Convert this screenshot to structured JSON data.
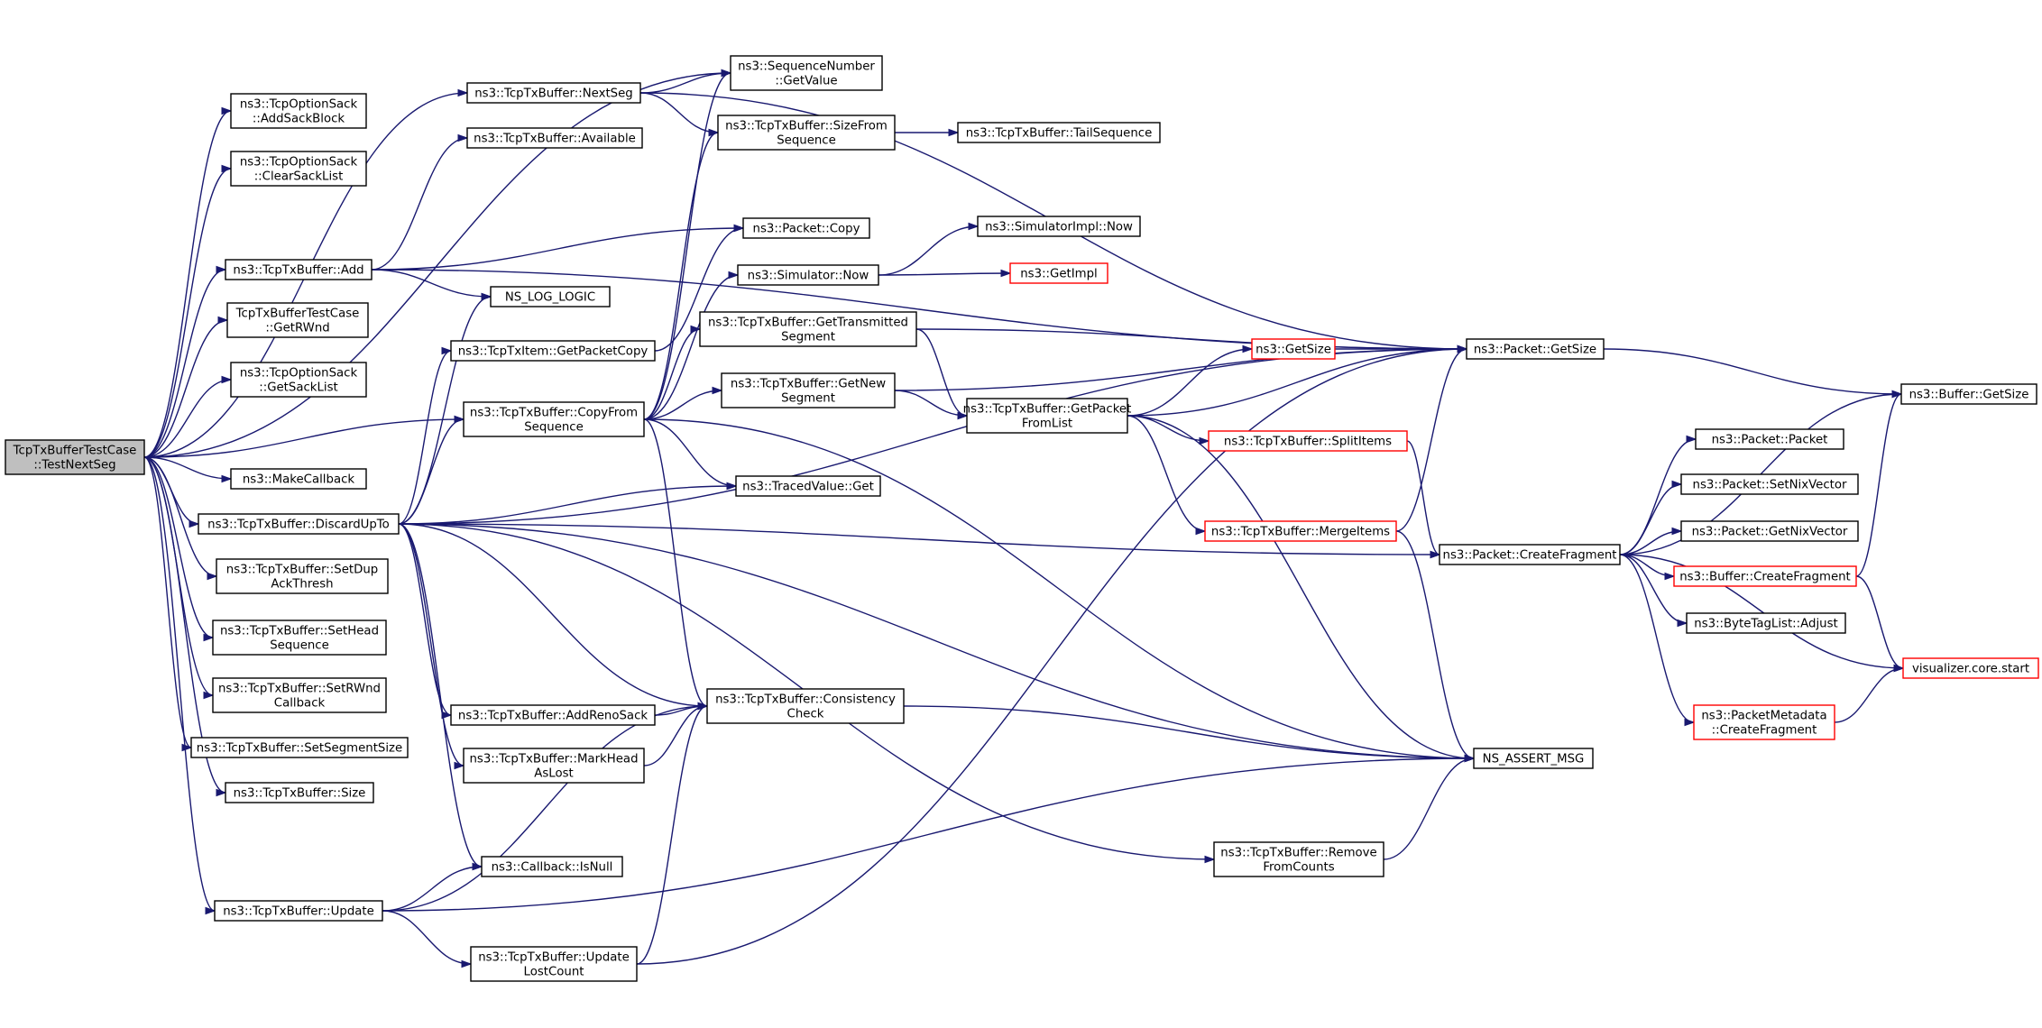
{
  "colors": {
    "edge": "#191970",
    "node_border": "#000000",
    "truncated_node_border": "#ff0000",
    "root_fill": "#bfbfbf",
    "background": "#ffffff"
  },
  "nodes": [
    {
      "id": "root",
      "lines": [
        "TcpTxBufferTestCase",
        "::TestNextSeg"
      ],
      "style": "root"
    },
    {
      "id": "addSackBlock",
      "lines": [
        "ns3::TcpOptionSack",
        "::AddSackBlock"
      ]
    },
    {
      "id": "clearSackList",
      "lines": [
        "ns3::TcpOptionSack",
        "::ClearSackList"
      ]
    },
    {
      "id": "add",
      "lines": [
        "ns3::TcpTxBuffer::Add"
      ]
    },
    {
      "id": "getRWnd",
      "lines": [
        "TcpTxBufferTestCase",
        "::GetRWnd"
      ]
    },
    {
      "id": "getSackList",
      "lines": [
        "ns3::TcpOptionSack",
        "::GetSackList"
      ]
    },
    {
      "id": "makeCallback",
      "lines": [
        "ns3::MakeCallback"
      ]
    },
    {
      "id": "discardUpTo",
      "lines": [
        "ns3::TcpTxBuffer::DiscardUpTo"
      ]
    },
    {
      "id": "setDupAckThresh",
      "lines": [
        "ns3::TcpTxBuffer::SetDup",
        "AckThresh"
      ]
    },
    {
      "id": "setHeadSequence",
      "lines": [
        "ns3::TcpTxBuffer::SetHead",
        "Sequence"
      ]
    },
    {
      "id": "setRWndCallback",
      "lines": [
        "ns3::TcpTxBuffer::SetRWnd",
        "Callback"
      ]
    },
    {
      "id": "setSegmentSize",
      "lines": [
        "ns3::TcpTxBuffer::SetSegmentSize"
      ]
    },
    {
      "id": "size",
      "lines": [
        "ns3::TcpTxBuffer::Size"
      ]
    },
    {
      "id": "update",
      "lines": [
        "ns3::TcpTxBuffer::Update"
      ]
    },
    {
      "id": "nextSeg",
      "lines": [
        "ns3::TcpTxBuffer::NextSeg"
      ]
    },
    {
      "id": "available",
      "lines": [
        "ns3::TcpTxBuffer::Available"
      ]
    },
    {
      "id": "nsLogLogic",
      "lines": [
        "NS_LOG_LOGIC"
      ]
    },
    {
      "id": "getPacketCopy",
      "lines": [
        "ns3::TcpTxItem::GetPacketCopy"
      ]
    },
    {
      "id": "copyFromSequence",
      "lines": [
        "ns3::TcpTxBuffer::CopyFrom",
        "Sequence"
      ]
    },
    {
      "id": "addRenoSack",
      "lines": [
        "ns3::TcpTxBuffer::AddRenoSack"
      ]
    },
    {
      "id": "markHeadAsLost",
      "lines": [
        "ns3::TcpTxBuffer::MarkHead",
        "AsLost"
      ]
    },
    {
      "id": "isNull",
      "lines": [
        "ns3::Callback::IsNull"
      ]
    },
    {
      "id": "updateLostCount",
      "lines": [
        "ns3::TcpTxBuffer::Update",
        "LostCount"
      ]
    },
    {
      "id": "seqGetValue",
      "lines": [
        "ns3::SequenceNumber",
        "::GetValue"
      ]
    },
    {
      "id": "sizeFromSequence",
      "lines": [
        "ns3::TcpTxBuffer::SizeFrom",
        "Sequence"
      ]
    },
    {
      "id": "packetCopy",
      "lines": [
        "ns3::Packet::Copy"
      ]
    },
    {
      "id": "simulatorNow",
      "lines": [
        "ns3::Simulator::Now"
      ]
    },
    {
      "id": "getTransmittedSegment",
      "lines": [
        "ns3::TcpTxBuffer::GetTransmitted",
        "Segment"
      ]
    },
    {
      "id": "getNewSegment",
      "lines": [
        "ns3::TcpTxBuffer::GetNew",
        "Segment"
      ]
    },
    {
      "id": "tracedValueGet",
      "lines": [
        "ns3::TracedValue::Get"
      ]
    },
    {
      "id": "consistencyCheck",
      "lines": [
        "ns3::TcpTxBuffer::Consistency",
        "Check"
      ]
    },
    {
      "id": "tailSequence",
      "lines": [
        "ns3::TcpTxBuffer::TailSequence"
      ]
    },
    {
      "id": "simImplNow",
      "lines": [
        "ns3::SimulatorImpl::Now"
      ]
    },
    {
      "id": "getImpl",
      "lines": [
        "ns3::GetImpl"
      ],
      "style": "red"
    },
    {
      "id": "getPacketFromList",
      "lines": [
        "ns3::TcpTxBuffer::GetPacket",
        "FromList"
      ]
    },
    {
      "id": "getSizeFn",
      "lines": [
        "ns3::GetSize"
      ],
      "style": "red"
    },
    {
      "id": "splitItems",
      "lines": [
        "ns3::TcpTxBuffer::SplitItems"
      ],
      "style": "red"
    },
    {
      "id": "mergeItems",
      "lines": [
        "ns3::TcpTxBuffer::MergeItems"
      ],
      "style": "red"
    },
    {
      "id": "removeFromCounts",
      "lines": [
        "ns3::TcpTxBuffer::Remove",
        "FromCounts"
      ]
    },
    {
      "id": "packetGetSize",
      "lines": [
        "ns3::Packet::GetSize"
      ]
    },
    {
      "id": "createFragment",
      "lines": [
        "ns3::Packet::CreateFragment"
      ]
    },
    {
      "id": "nsAssertMsg",
      "lines": [
        "NS_ASSERT_MSG"
      ]
    },
    {
      "id": "packetPacket",
      "lines": [
        "ns3::Packet::Packet"
      ]
    },
    {
      "id": "setNixVector",
      "lines": [
        "ns3::Packet::SetNixVector"
      ]
    },
    {
      "id": "getNixVector",
      "lines": [
        "ns3::Packet::GetNixVector"
      ]
    },
    {
      "id": "bufferCreateFragment",
      "lines": [
        "ns3::Buffer::CreateFragment"
      ],
      "style": "red"
    },
    {
      "id": "byteTagListAdjust",
      "lines": [
        "ns3::ByteTagList::Adjust"
      ]
    },
    {
      "id": "metadataCreateFragment",
      "lines": [
        "ns3::PacketMetadata",
        "::CreateFragment"
      ],
      "style": "red"
    },
    {
      "id": "bufferGetSize",
      "lines": [
        "ns3::Buffer::GetSize"
      ]
    },
    {
      "id": "visualizerStart",
      "lines": [
        "visualizer.core.start"
      ],
      "style": "red"
    }
  ],
  "edges": [
    [
      "root",
      "addSackBlock"
    ],
    [
      "root",
      "clearSackList"
    ],
    [
      "root",
      "add"
    ],
    [
      "root",
      "getRWnd"
    ],
    [
      "root",
      "getSackList"
    ],
    [
      "root",
      "makeCallback"
    ],
    [
      "root",
      "discardUpTo"
    ],
    [
      "root",
      "setDupAckThresh"
    ],
    [
      "root",
      "setHeadSequence"
    ],
    [
      "root",
      "setRWndCallback"
    ],
    [
      "root",
      "setSegmentSize"
    ],
    [
      "root",
      "size"
    ],
    [
      "root",
      "update"
    ],
    [
      "root",
      "nextSeg"
    ],
    [
      "root",
      "copyFromSequence"
    ],
    [
      "root",
      "seqGetValue"
    ],
    [
      "add",
      "available"
    ],
    [
      "add",
      "nsLogLogic"
    ],
    [
      "add",
      "packetCopy"
    ],
    [
      "add",
      "packetGetSize"
    ],
    [
      "nextSeg",
      "seqGetValue"
    ],
    [
      "nextSeg",
      "sizeFromSequence"
    ],
    [
      "nextSeg",
      "packetGetSize"
    ],
    [
      "sizeFromSequence",
      "tailSequence"
    ],
    [
      "getPacketCopy",
      "packetCopy"
    ],
    [
      "copyFromSequence",
      "seqGetValue"
    ],
    [
      "copyFromSequence",
      "sizeFromSequence"
    ],
    [
      "copyFromSequence",
      "simulatorNow"
    ],
    [
      "copyFromSequence",
      "getTransmittedSegment"
    ],
    [
      "copyFromSequence",
      "getNewSegment"
    ],
    [
      "copyFromSequence",
      "tracedValueGet"
    ],
    [
      "copyFromSequence",
      "consistencyCheck"
    ],
    [
      "copyFromSequence",
      "nsAssertMsg"
    ],
    [
      "simulatorNow",
      "simImplNow"
    ],
    [
      "simulatorNow",
      "getImpl"
    ],
    [
      "getTransmittedSegment",
      "packetGetSize"
    ],
    [
      "getTransmittedSegment",
      "getPacketFromList"
    ],
    [
      "getNewSegment",
      "packetGetSize"
    ],
    [
      "getNewSegment",
      "getPacketFromList"
    ],
    [
      "getPacketFromList",
      "getSizeFn"
    ],
    [
      "getPacketFromList",
      "packetGetSize"
    ],
    [
      "getPacketFromList",
      "splitItems"
    ],
    [
      "getPacketFromList",
      "mergeItems"
    ],
    [
      "getPacketFromList",
      "nsAssertMsg"
    ],
    [
      "getSizeFn",
      "packetGetSize"
    ],
    [
      "splitItems",
      "createFragment"
    ],
    [
      "mergeItems",
      "packetGetSize"
    ],
    [
      "mergeItems",
      "nsAssertMsg"
    ],
    [
      "discardUpTo",
      "nsLogLogic"
    ],
    [
      "discardUpTo",
      "getPacketCopy"
    ],
    [
      "discardUpTo",
      "copyFromSequence"
    ],
    [
      "discardUpTo",
      "tracedValueGet"
    ],
    [
      "discardUpTo",
      "packetGetSize"
    ],
    [
      "discardUpTo",
      "createFragment"
    ],
    [
      "discardUpTo",
      "nsAssertMsg"
    ],
    [
      "discardUpTo",
      "consistencyCheck"
    ],
    [
      "discardUpTo",
      "addRenoSack"
    ],
    [
      "discardUpTo",
      "markHeadAsLost"
    ],
    [
      "discardUpTo",
      "isNull"
    ],
    [
      "discardUpTo",
      "removeFromCounts"
    ],
    [
      "addRenoSack",
      "consistencyCheck"
    ],
    [
      "markHeadAsLost",
      "consistencyCheck"
    ],
    [
      "consistencyCheck",
      "nsAssertMsg"
    ],
    [
      "removeFromCounts",
      "nsAssertMsg"
    ],
    [
      "update",
      "isNull"
    ],
    [
      "update",
      "updateLostCount"
    ],
    [
      "update",
      "consistencyCheck"
    ],
    [
      "update",
      "nsAssertMsg"
    ],
    [
      "updateLostCount",
      "consistencyCheck"
    ],
    [
      "updateLostCount",
      "packetGetSize"
    ],
    [
      "packetGetSize",
      "bufferGetSize"
    ],
    [
      "createFragment",
      "bufferGetSize"
    ],
    [
      "createFragment",
      "packetPacket"
    ],
    [
      "createFragment",
      "setNixVector"
    ],
    [
      "createFragment",
      "getNixVector"
    ],
    [
      "createFragment",
      "bufferCreateFragment"
    ],
    [
      "createFragment",
      "byteTagListAdjust"
    ],
    [
      "createFragment",
      "visualizerStart"
    ],
    [
      "createFragment",
      "metadataCreateFragment"
    ],
    [
      "bufferCreateFragment",
      "bufferGetSize"
    ],
    [
      "bufferCreateFragment",
      "visualizerStart"
    ],
    [
      "metadataCreateFragment",
      "visualizerStart"
    ]
  ]
}
